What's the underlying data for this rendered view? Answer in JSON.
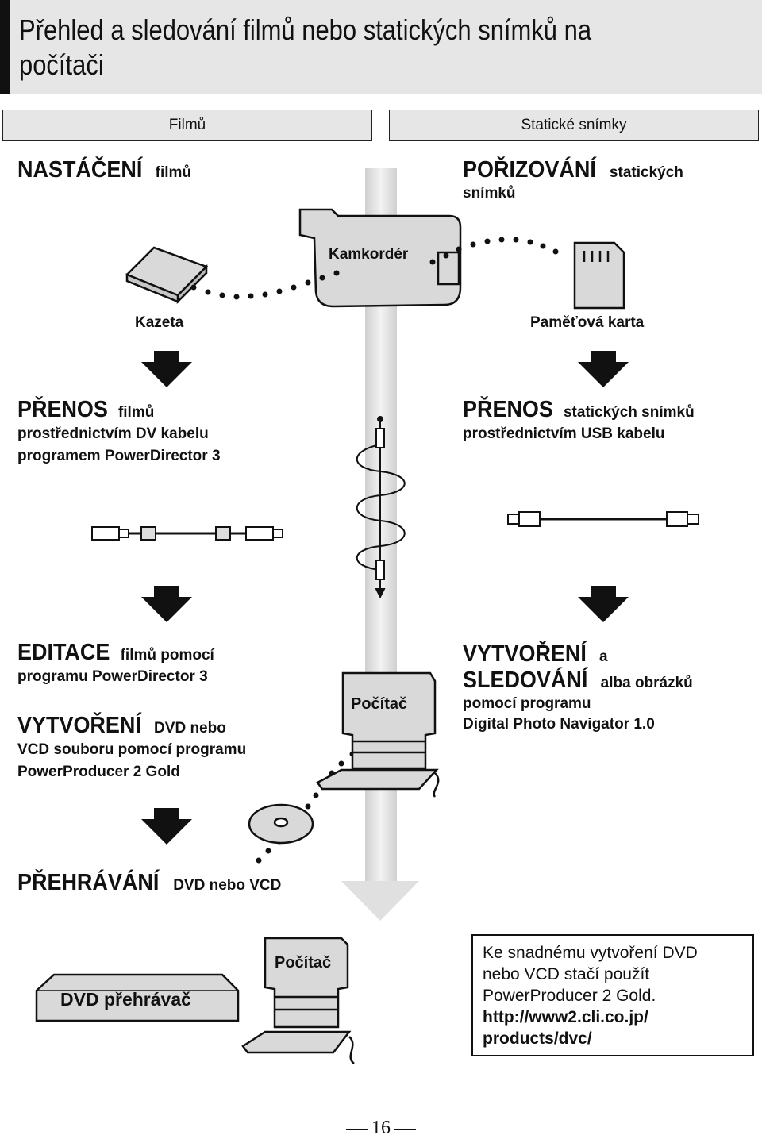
{
  "page": {
    "title_line1": "Přehled a sledování filmů nebo statických snímků na",
    "title_line2": "počítači",
    "page_number": "16"
  },
  "columns": {
    "left_header": "Filmů",
    "right_header": "Statické snímky"
  },
  "sections": {
    "record_left_big": "NASTÁČENÍ",
    "record_left_small": "filmů",
    "record_right_big": "POŘIZOVÁNÍ",
    "record_right_small_1": "statických",
    "record_right_small_2": "snímků",
    "camcorder_label": "Kamkordér",
    "cassette_label": "Kazeta",
    "memory_card_label": "Paměťová karta",
    "transfer_left_big": "PŘENOS",
    "transfer_left_small": "filmů",
    "transfer_left_line2": "prostřednictvím DV kabelu",
    "transfer_left_line3": "programem PowerDirector 3",
    "transfer_right_big": "PŘENOS",
    "transfer_right_small": "statických snímků",
    "transfer_right_line2": "prostřednictvím USB kabelu",
    "edit_big": "EDITACE",
    "edit_small": "filmů pomocí",
    "edit_line2": "programu PowerDirector 3",
    "create_big": "VYTVOŘENÍ",
    "create_small": "DVD nebo",
    "create_line2": "VCD souboru pomocí programu",
    "create_line3": "PowerProducer 2 Gold",
    "computer_label_1": "Počítač",
    "album_big_1": "VYTVOŘENÍ",
    "album_small_1": "a",
    "album_big_2": "SLEDOVÁNÍ",
    "album_small_2": "alba obrázků",
    "album_line3": "pomocí programu",
    "album_line4": "Digital Photo Navigator 1.0",
    "play_big": "PŘEHRÁVÁNÍ",
    "play_small": "DVD nebo VCD",
    "dvd_player_label": "DVD přehrávač",
    "computer_label_2": "Počítač"
  },
  "note": {
    "line1": "Ke snadnému vytvoření DVD",
    "line2": "nebo VCD stačí použít",
    "line3": "PowerProducer 2 Gold.",
    "line4": "http://www2.cli.co.jp/",
    "line5": "products/dvc/"
  },
  "colors": {
    "header_gray": "#e6e6e6",
    "device_gray": "#d9d9d9",
    "stream_gray": "#e2e2e2",
    "ink": "#111111"
  }
}
